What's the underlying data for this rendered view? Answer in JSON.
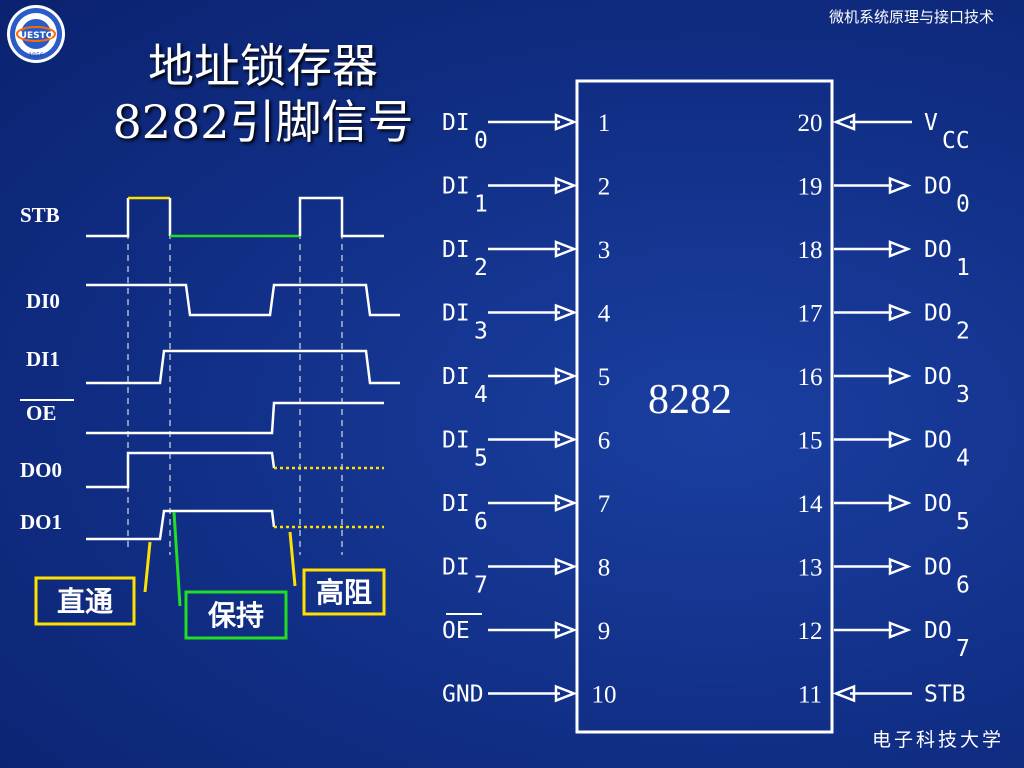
{
  "header": {
    "course_title": "微机系统原理与接口技术",
    "logo_year": "1956",
    "logo_text": "UESTC"
  },
  "title": {
    "line1": "地址锁存器",
    "line2": "8282引脚信号"
  },
  "timing": {
    "signals": [
      "STB",
      "DI0",
      "DI1",
      "OE",
      "DO0",
      "DO1"
    ],
    "annotations": {
      "pass_through": "直通",
      "hold": "保持",
      "high_impedance": "高阻"
    }
  },
  "chip": {
    "name": "8282",
    "left_pins": [
      {
        "num": "1",
        "name": "DI",
        "sub": "0",
        "dir": "in"
      },
      {
        "num": "2",
        "name": "DI",
        "sub": "1",
        "dir": "in"
      },
      {
        "num": "3",
        "name": "DI",
        "sub": "2",
        "dir": "in"
      },
      {
        "num": "4",
        "name": "DI",
        "sub": "3",
        "dir": "in"
      },
      {
        "num": "5",
        "name": "DI",
        "sub": "4",
        "dir": "in"
      },
      {
        "num": "6",
        "name": "DI",
        "sub": "5",
        "dir": "in"
      },
      {
        "num": "7",
        "name": "DI",
        "sub": "6",
        "dir": "in"
      },
      {
        "num": "8",
        "name": "DI",
        "sub": "7",
        "dir": "in"
      },
      {
        "num": "9",
        "name": "OE",
        "sub": "",
        "dir": "in",
        "overline": true
      },
      {
        "num": "10",
        "name": "GND",
        "sub": "",
        "dir": "in"
      }
    ],
    "right_pins": [
      {
        "num": "20",
        "name": "V",
        "sub": "CC",
        "dir": "in"
      },
      {
        "num": "19",
        "name": "DO",
        "sub": "0",
        "dir": "out"
      },
      {
        "num": "18",
        "name": "DO",
        "sub": "1",
        "dir": "out"
      },
      {
        "num": "17",
        "name": "DO",
        "sub": "2",
        "dir": "out"
      },
      {
        "num": "16",
        "name": "DO",
        "sub": "3",
        "dir": "out"
      },
      {
        "num": "15",
        "name": "DO",
        "sub": "4",
        "dir": "out"
      },
      {
        "num": "14",
        "name": "DO",
        "sub": "5",
        "dir": "out"
      },
      {
        "num": "13",
        "name": "DO",
        "sub": "6",
        "dir": "out"
      },
      {
        "num": "12",
        "name": "DO",
        "sub": "7",
        "dir": "out"
      },
      {
        "num": "11",
        "name": "STB",
        "sub": "",
        "dir": "in"
      }
    ]
  },
  "footer": {
    "university": "电子科技大学"
  },
  "colors": {
    "background": "#12318a",
    "yellow": "#ffe000",
    "green": "#22dd22",
    "white": "#ffffff"
  }
}
